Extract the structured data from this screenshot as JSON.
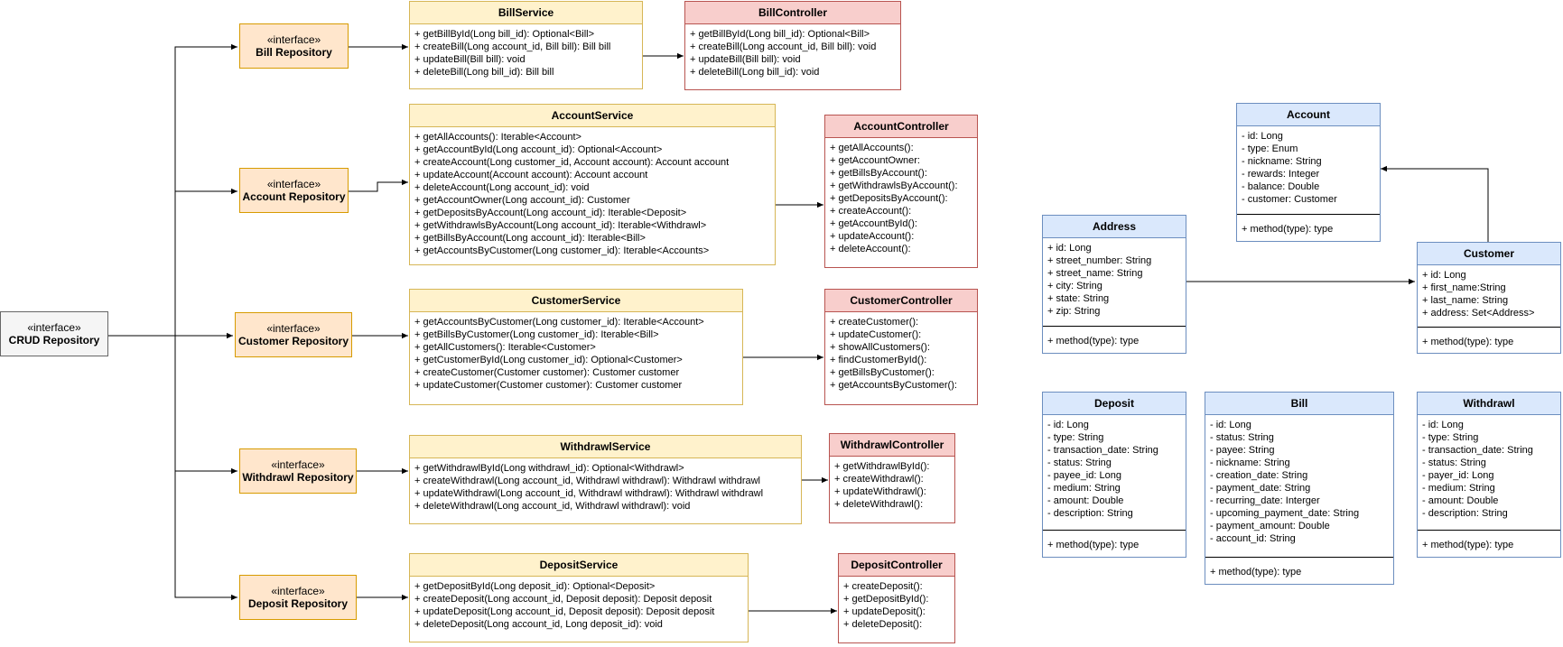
{
  "interfaces": {
    "stereotype": "«interface»",
    "crud": "CRUD Repository",
    "bill": "Bill Repository",
    "account": "Account Repository",
    "customer": "Customer Repository",
    "withdrawl": "Withdrawl Repository",
    "deposit": "Deposit Repository"
  },
  "services": {
    "bill": {
      "title": "BillService",
      "methods": [
        "+ getBillById(Long bill_id): Optional<Bill>",
        "+ createBill(Long account_id, Bill bill): Bill bill",
        "+ updateBill(Bill bill): void",
        "+ deleteBill(Long bill_id): Bill bill"
      ]
    },
    "account": {
      "title": "AccountService",
      "methods": [
        "+ getAllAccounts(): Iterable<Account>",
        "+ getAccountById(Long account_id): Optional<Account>",
        "+ createAccount(Long customer_id, Account account): Account account",
        "+ updateAccount(Account account): Account account",
        "+ deleteAccount(Long account_id): void",
        "+ getAccountOwner(Long account_id): Customer",
        "+ getDepositsByAccount(Long account_id): Iterable<Deposit>",
        "+ getWithdrawlsByAccount(Long account_id): Iterable<Withdrawl>",
        "+ getBillsByAccount(Long account_id): Iterable<Bill>",
        "+ getAccountsByCustomer(Long customer_id): Iterable<Accounts>"
      ]
    },
    "customer": {
      "title": "CustomerService",
      "methods": [
        "+ getAccountsByCustomer(Long customer_id): Iterable<Account>",
        "+ getBillsByCustomer(Long customer_id): Iterable<Bill>",
        "+ getAllCustomers(): Iterable<Customer>",
        "+ getCustomerById(Long customer_id): Optional<Customer>",
        "+ createCustomer(Customer customer): Customer customer",
        "+ updateCustomer(Customer customer): Customer customer"
      ]
    },
    "withdrawl": {
      "title": "WithdrawlService",
      "methods": [
        "+ getWithdrawlById(Long withdrawl_id): Optional<Withdrawl>",
        "+ createWithdrawl(Long account_id, Withdrawl withdrawl): Withdrawl withdrawl",
        "+ updateWithdrawl(Long account_id, Withdrawl withdrawl): Withdrawl withdrawl",
        "+ deleteWithdrawl(Long account_id, Withdrawl withdrawl): void"
      ]
    },
    "deposit": {
      "title": "DepositService",
      "methods": [
        "+ getDepositById(Long deposit_id): Optional<Deposit>",
        "+ createDeposit(Long account_id, Deposit deposit): Deposit deposit",
        "+ updateDeposit(Long account_id, Deposit deposit): Deposit deposit",
        "+ deleteDeposit(Long account_id, Long deposit_id): void"
      ]
    }
  },
  "controllers": {
    "bill": {
      "title": "BillController",
      "methods": [
        "+ getBillById(Long bill_id): Optional<Bill>",
        "+ createBill(Long account_id, Bill bill): void",
        "+ updateBill(Bill bill): void",
        "+ deleteBill(Long bill_id): void"
      ]
    },
    "account": {
      "title": "AccountController",
      "methods": [
        "+ getAllAccounts():",
        "+ getAccountOwner:",
        "+ getBillsByAccount():",
        "+ getWithdrawlsByAccount():",
        "+ getDepositsByAccount():",
        "+ createAccount():",
        "+ getAccountById():",
        "+ updateAccount():",
        "+ deleteAccount():"
      ]
    },
    "customer": {
      "title": "CustomerController",
      "methods": [
        "+ createCustomer():",
        "+ updateCustomer():",
        "+ showAllCustomers():",
        "+ findCustomerById():",
        "+ getBillsByCustomer():",
        "+ getAccountsByCustomer():"
      ]
    },
    "withdrawl": {
      "title": "WithdrawlController",
      "methods": [
        "+ getWithdrawlById():",
        "+ createWithdrawl():",
        "+ updateWithdrawl():",
        "+ deleteWithdrawl():"
      ]
    },
    "deposit": {
      "title": "DepositController",
      "methods": [
        "+ createDeposit():",
        "+ getDepositById():",
        "+ updateDeposit():",
        "+ deleteDeposit():"
      ]
    }
  },
  "entities": {
    "method_line": "+ method(type): type",
    "account": {
      "title": "Account",
      "fields": [
        "- id: Long",
        "- type: Enum",
        "- nickname: String",
        "- rewards: Integer",
        "- balance: Double",
        "- customer: Customer"
      ]
    },
    "address": {
      "title": "Address",
      "fields": [
        "+ id: Long",
        "+ street_number: String",
        "+ street_name: String",
        "+ city: String",
        "+ state: String",
        "+ zip: String"
      ]
    },
    "customer": {
      "title": "Customer",
      "fields": [
        "+ id: Long",
        "+ first_name:String",
        "+ last_name: String",
        "+ address: Set<Address>"
      ]
    },
    "deposit": {
      "title": "Deposit",
      "fields": [
        "- id: Long",
        "- type: String",
        "- transaction_date: String",
        "- status: String",
        "- payee_id: Long",
        "- medium: String",
        "- amount: Double",
        "- description: String"
      ]
    },
    "bill": {
      "title": "Bill",
      "fields": [
        "- id: Long",
        "- status: String",
        "- payee: String",
        "- nickname: String",
        "- creation_date: String",
        "- payment_date: String",
        "- recurring_date: Interger",
        "- upcoming_payment_date: String",
        "- payment_amount: Double",
        "- account_id: String"
      ]
    },
    "withdrawl": {
      "title": "Withdrawl",
      "fields": [
        "- id: Long",
        "- type: String",
        "- transaction_date: String",
        "- status: String",
        "- payer_id: Long",
        "- medium: String",
        "- amount: Double",
        "- description: String"
      ]
    }
  }
}
